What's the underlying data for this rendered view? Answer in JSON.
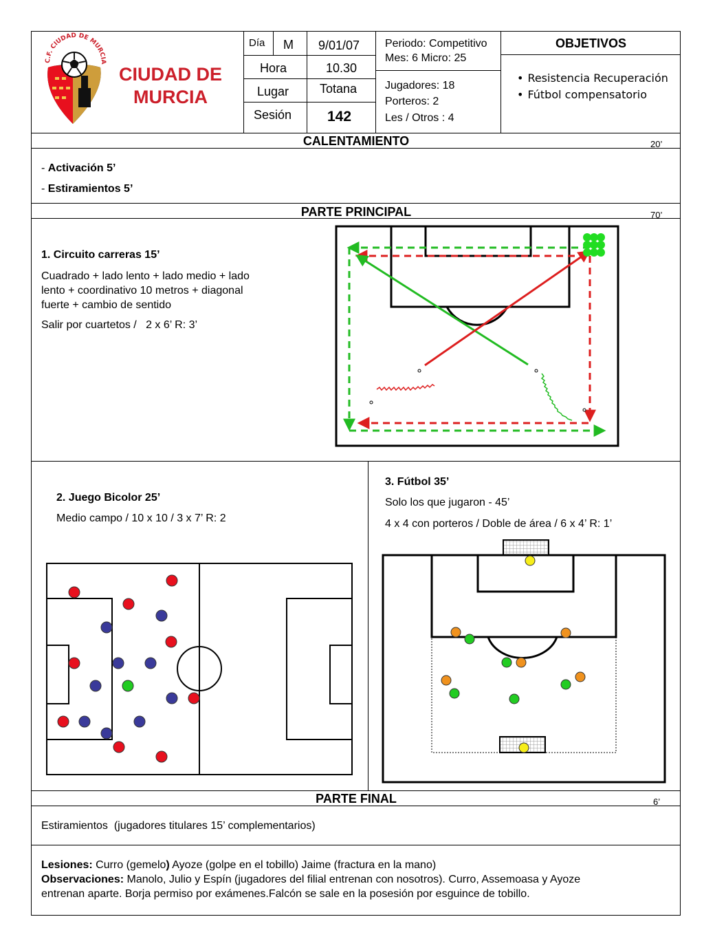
{
  "header": {
    "club_name_line1": "CIUDAD DE",
    "club_name_line2": "MURCIA",
    "crest_text": "C.F. CIUDAD DE MURCIA",
    "dia_label": "Día",
    "dia_value": "M",
    "date": "9/01/07",
    "hora_label": "Hora",
    "hora_value": "10.30",
    "lugar_label": "Lugar",
    "lugar_value": "Totana",
    "sesion_label": "Sesión",
    "sesion_value": "142",
    "periodo": "Periodo: Competitivo",
    "mes": "Mes: 6 Micro: 25",
    "jugadores": "Jugadores:  18",
    "porteros": "Porteros: 2",
    "les_otros": "Les / Otros : 4",
    "objetivos_title": "OBJETIVOS",
    "objetivos": [
      "Resistencia  Recuperación",
      "Fútbol compensatorio"
    ]
  },
  "calentamiento": {
    "title": "CALENTAMIENTO",
    "time": "20’",
    "items": [
      "Activación  5’",
      "Estiramientos 5’"
    ]
  },
  "principal": {
    "title": "PARTE PRINCIPAL",
    "time": "70’",
    "ex1_title": "1. Circuito carreras 15’",
    "ex1_desc": "Cuadrado + lado lento + lado medio + lado lento + coordinativo 10 metros + diagonal fuerte + cambio de sentido",
    "ex1_extra": "Salir por cuartetos /   2 x 6’ R: 3’",
    "ex2_title": "2. Juego Bicolor 25’",
    "ex2_desc": "Medio campo / 10 x 10 / 3 x 7’ R: 2",
    "ex3_title": "3. Fútbol 35’",
    "ex3_desc1": "Solo los que jugaron - 45’",
    "ex3_desc2": "4 x 4 con porteros / Doble de área / 6 x 4’ R: 1’"
  },
  "final": {
    "title": "PARTE FINAL",
    "time": "6’",
    "desc": "Estiramientos  (jugadores titulares 15’ complementarios)"
  },
  "notes": {
    "lesiones_label": "Lesiones:",
    "lesiones_text1": " Curro (gemelo",
    "lesiones_paren": ")",
    "lesiones_text2": " Ayoze (golpe en el tobillo) Jaime (fractura en la mano)",
    "observaciones_label": "Observaciones:",
    "observaciones_text1": " Manolo, Julio y Espín (jugadores del filial entrenan con nosotros). Curro, Assemoasa y Ayoze",
    "observaciones_text2": "entrenan aparte. Borja permiso por exámenes.Falcón se sale en la posesión por esguince de tobillo."
  },
  "colors": {
    "club_red": "#cc1f2a",
    "team_red": "#e8101e",
    "team_blue": "#3a3a9a",
    "neutral_green": "#22cc22",
    "orange": "#f0921e",
    "yellow_keeper": "#f7ee1a",
    "route_green": "#22bb22",
    "route_red": "#dd1f1f"
  }
}
